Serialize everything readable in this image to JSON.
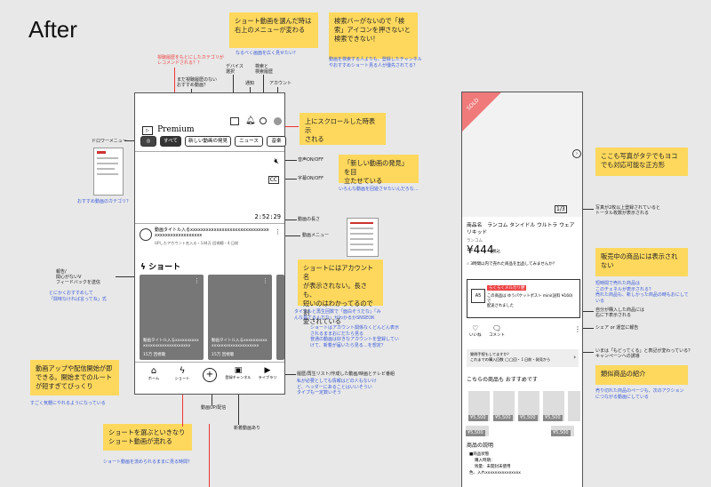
{
  "page_title": "After",
  "stickies": {
    "short_menu": "ショート動画を選んだ時は\n右上のメニューが変わる",
    "no_search": "検索バーがないので「検\n索」アイコンを押さないと\n検索できない！",
    "scroll_top": "上にスクロールした時表示\nされる",
    "new_video": "「新しい動画の発見」を目\n立たせている",
    "shorts_noname": "ショートにはアカウント名\nが表示されない。長さも、\n短いのはわかってるので割\n愛されている",
    "app_launch": "動画アップや配信開始が即\nできる。開始までのルート\nが短すぎてびっくり",
    "shorts_flow": "ショートを選ぶといきなり\nショート動画が流れる",
    "square_photo": "ここも写真がタテでもヨコ\nでも対応可能な正方形",
    "not_sold": "販売中の商品には表示され\nない",
    "similar": "類似商品の紹介"
  },
  "notes": {
    "short_menu": "なるべく画面を広く見せたい？",
    "no_search": "動画を検索する人よりも、登録したチャンネル\nやおすすめショート見る人が優先されてる？",
    "category": "おすすめ動画のカテゴリ？",
    "new_video": "いろんな動画を回遊させたいんだろな…",
    "shorts_noname": "タイトルと再生回数で「面白そうだな」「み\nんな見てるんだな」がわかるかSNSEOK",
    "shorts_account": "ショートはアカウント関係なくどんどん表示\nされるままおにだたら見る\n普通の動画は好きなアカウントを登録してい\nけて、新着が届いたら見る…を想定？",
    "report": "とにかくおすすめして\n「興味なければ言ってね」式",
    "playlist": "私が必要としても情報はどの人もないけ\nど、ヘッダーにあることはいいそうい\nタイプも一定数いそう",
    "app_launch": "すごく気軽にやれるようになっている",
    "shorts_flow": "ショート動画を流められるままに見る時間？",
    "sold_count": "短時間で売れた商品は\nこのチェネルが表示される？\n売れた商品も、新しかった商品の時もおにして\nいる",
    "similar": "売り切れた商品のページも、次のアクション\nにつながる動画にしている"
  },
  "labels": {
    "rec_category": "視聴履歴をもとにしたカテゴリが\nレコメンドされる？？",
    "no_history": "まだ視聴履歴のない\nおすすめ動画？",
    "device": "デバイス\n選択",
    "notify": "通知",
    "search": "検索と\n検索履歴",
    "account": "アカウント",
    "drawer": "ドロワーメニュー",
    "sound": "音声ON/OFF",
    "caption": "字幕ON/OFF",
    "length": "動画の長さ",
    "menu": "動画メニュー",
    "report": "報告/\n関心がないV\nフィードバックを送信",
    "playlist": "履歴/再生リスト/作成した動画/映画とテレビ番組",
    "upload": "動画UP/配信",
    "new_arrival": "新着動画あり",
    "photo_count": "写真が2枚以上登録されていると\nトータル枚数が表示される",
    "owner": "自分が購入した商品には\n右に下表示される",
    "share": "シェア or 運営に報告",
    "fav": "いまは「もどってくる」と表記が変わっている？\nキャンペーンへの誘導"
  },
  "phone1": {
    "logo": "Premium",
    "chips": [
      "すべて",
      "新しい動画の発見",
      "ニュース",
      "音楽"
    ],
    "duration": "2:52:29",
    "video_title": "動画タイトル入るxxxxxxxxxxxxxxxxxxxxxxxxxxxxxxxxxxxxxxxxxxxxxxxx",
    "video_meta": "UPしたアカウント名入る・144万 回視聴・4 日前",
    "shorts_heading": "ショート",
    "short1_title": "動画タイトル入るxxxxxxxxxxxxxxxxxxxxxxxxxxxxxx",
    "short1_views": "15万 回視聴",
    "short2_title": "動画タイトル入るxxxxxxxxxxxxxxxxxxxxxxxxxxxxxx",
    "short2_views": "15万 回視聴",
    "nav": [
      "ホーム",
      "ショート",
      "",
      "登録チャンネル",
      "ライブラリ"
    ]
  },
  "phone2": {
    "sold_badge": "SOLD",
    "photo_counter": "1/3",
    "product_name": "商品名　ランコム タンイドル ウルトラ ウェア リキッド",
    "brand": "ランコム",
    "price": "¥444",
    "price_note": "税込",
    "sold_note": "3時間以内で売れた商品を出品してみませんか？",
    "ship_label": "A5",
    "ship_tag": "らくらくメルカリ便",
    "ship_text": "この商品は ゆうパケットポスト mini(送料 ¥160)で\n配送されました",
    "like": "いいね",
    "comment": "コメント",
    "review": "質問手続もしてますか？\nこれまでの購入回数 ◯◯回・１日前・発見から",
    "similar_title": "こちらの商品も おすすめです",
    "similar_prices": [
      "¥5,500",
      "¥5,500",
      "¥5,500",
      "¥5,500",
      "¥5,500",
      "¥5,500"
    ],
    "desc_title": "商品の説明",
    "desc_lines": [
      "■商品状態",
      "購入時期：",
      "残量：未開封未使用",
      "色、入れxxxxxxxxxxxxxxx"
    ]
  },
  "colors": {
    "sticky": "#fdd85d",
    "note": "#3b5bd9",
    "red": "#e33"
  }
}
